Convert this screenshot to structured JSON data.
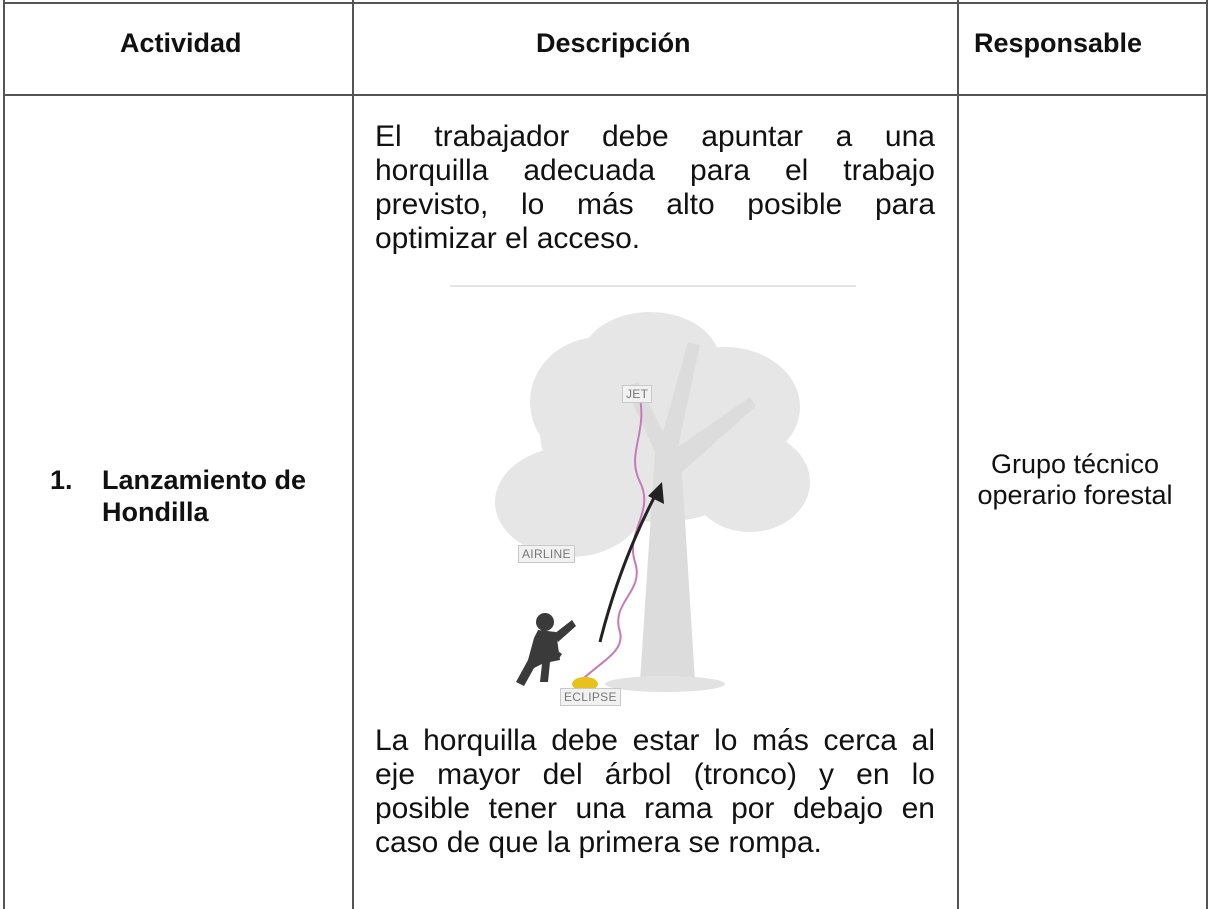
{
  "headers": {
    "activity": "Actividad",
    "description": "Descripción",
    "responsible": "Responsable"
  },
  "row": {
    "activity_number": "1.",
    "activity_title": "Lanzamiento de Hondilla",
    "description_top": "El trabajador debe apuntar a una horquilla adecuada para el trabajo previsto, lo más alto posible para optimizar el acceso.",
    "description_bottom": "La horquilla debe estar lo más cerca al eje mayor del árbol (tronco) y en lo posible tener una rama por debajo en caso de que la primera se rompa.",
    "responsible": "Grupo técnico operario forestal"
  },
  "figure": {
    "labels": {
      "jet": "JET",
      "airline": "AIRLINE",
      "eclipse": "ECLIPSE"
    },
    "colors": {
      "tree": "#e6e6e6",
      "trunk": "#dcdcdc",
      "line": "#c77ab8",
      "person": "#3a3a3a",
      "bag": "#e8c21a"
    }
  }
}
